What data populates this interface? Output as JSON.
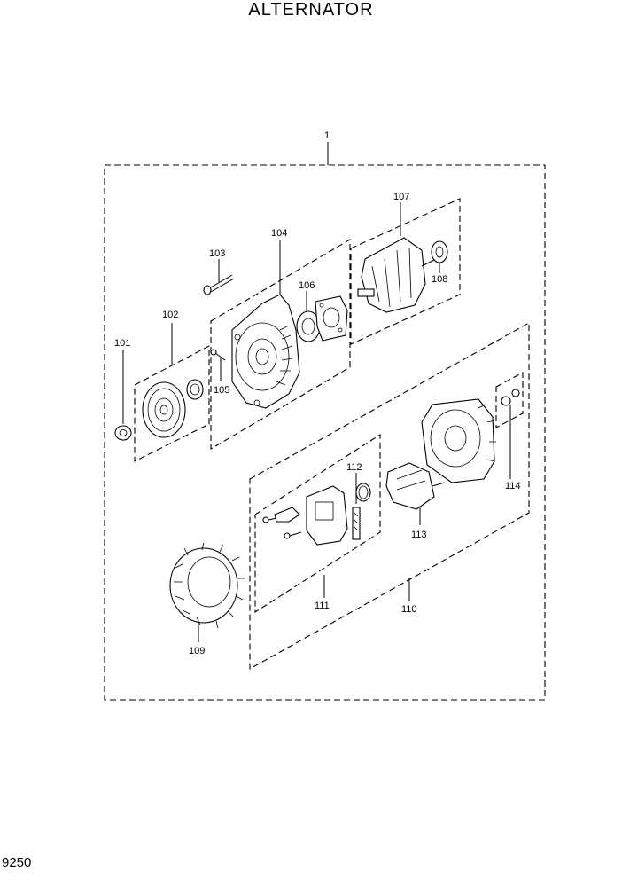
{
  "header": {
    "title": "ALTERNATOR"
  },
  "footer": {
    "page_number": "9250"
  },
  "callouts": {
    "c1": "1",
    "c101": "101",
    "c102": "102",
    "c103": "103",
    "c104": "104",
    "c105": "105",
    "c106": "106",
    "c107": "107",
    "c108": "108",
    "c109": "109",
    "c110": "110",
    "c111": "111",
    "c112": "112",
    "c113": "113",
    "c114": "114"
  }
}
